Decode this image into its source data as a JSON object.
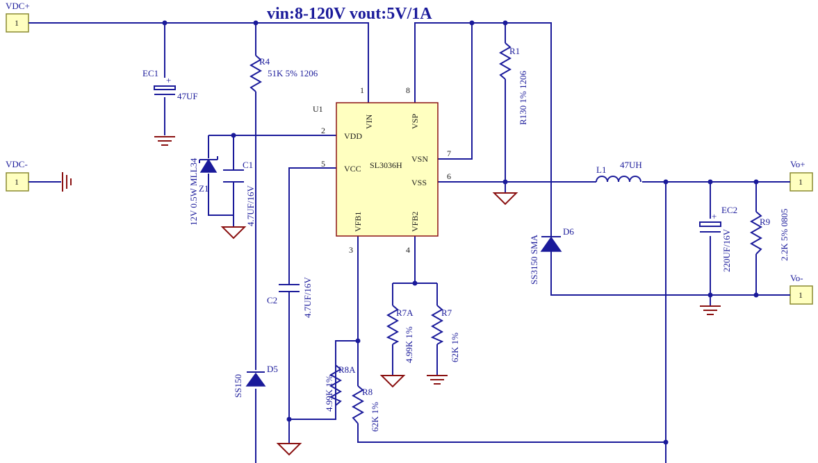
{
  "title": "vin:8-120V vout:5V/1A",
  "ports": {
    "vdc_plus": {
      "name": "VDC+",
      "num": "1"
    },
    "vdc_minus": {
      "name": "VDC-",
      "num": "1"
    },
    "vo_plus": {
      "name": "Vo+",
      "num": "1"
    },
    "vo_minus": {
      "name": "Vo-",
      "num": "1"
    }
  },
  "ic": {
    "ref": "U1",
    "part": "SL3036H",
    "pins": {
      "vin": "VIN",
      "vsp": "VSP",
      "vdd": "VDD",
      "vcc": "VCC",
      "vsn": "VSN",
      "vss": "VSS",
      "vfb1": "VFB1",
      "vfb2": "VFB2"
    },
    "pin_numbers": {
      "p1": "1",
      "p2": "2",
      "p3": "3",
      "p4": "4",
      "p5": "5",
      "p6": "6",
      "p7": "7",
      "p8": "8"
    }
  },
  "components": {
    "ec1": {
      "ref": "EC1",
      "value": "47UF",
      "plus": "+"
    },
    "r4": {
      "ref": "R4",
      "value": "51K 5% 1206"
    },
    "r1": {
      "ref": "R1",
      "value": "R130 1% 1206"
    },
    "z1": {
      "ref": "Z1",
      "value": "12V 0.5W MLL34"
    },
    "c1": {
      "ref": "C1",
      "value": "4.7UF/16V"
    },
    "c2": {
      "ref": "C2",
      "value": "4.7UF/16V"
    },
    "d5": {
      "ref": "D5",
      "value": "SS150"
    },
    "d6": {
      "ref": "D6",
      "value": "SS3150 SMA"
    },
    "l1": {
      "ref": "L1",
      "value": "47UH"
    },
    "ec2": {
      "ref": "EC2",
      "value": "220UF/16V",
      "plus": "+"
    },
    "r9": {
      "ref": "R9",
      "value": "2.2K 5% 0805"
    },
    "r7a": {
      "ref": "R7A",
      "value": "4.99K 1%"
    },
    "r7": {
      "ref": "R7",
      "value": "62K 1%"
    },
    "r8a": {
      "ref": "R8A",
      "value": "4.99K 1%"
    },
    "r8": {
      "ref": "R8",
      "value": "62K 1%"
    }
  },
  "colors": {
    "wire": "#1a1a9a",
    "ground": "#8a1010",
    "port_fill": "#ffffc0",
    "ic_border": "#8a1010"
  }
}
